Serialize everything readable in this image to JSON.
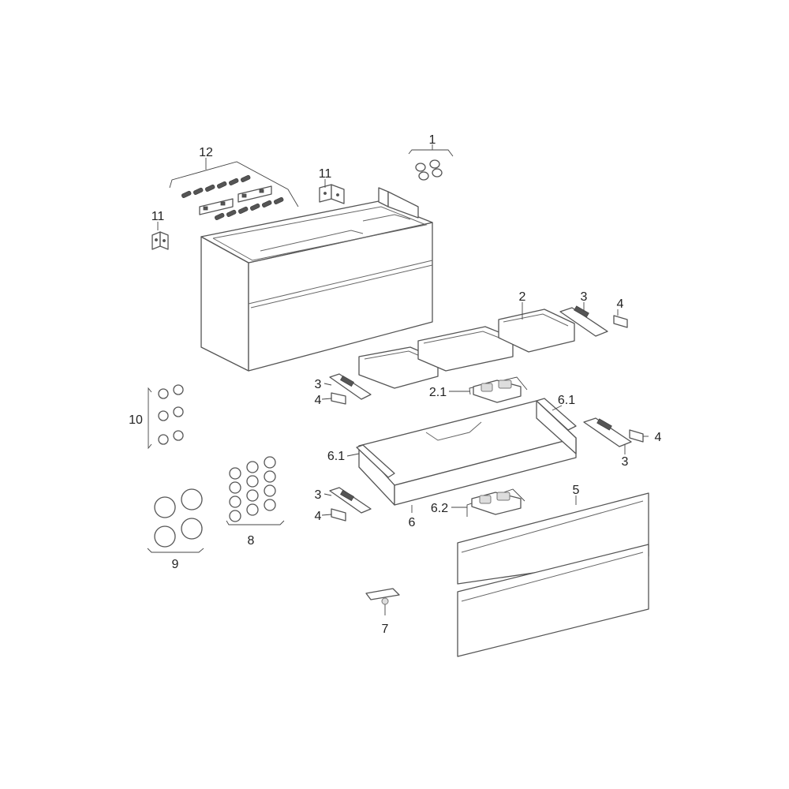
{
  "labels": {
    "p1": "1",
    "p2": "2",
    "p2_1": "2.1",
    "p3": "3",
    "p4": "4",
    "p5": "5",
    "p6": "6",
    "p6_1": "6.1",
    "p6_2": "6.2",
    "p7": "7",
    "p8": "8",
    "p9": "9",
    "p10": "10",
    "p11": "11",
    "p12": "12"
  },
  "colors": {
    "line": "#555555",
    "label": "#222222",
    "background": "#ffffff"
  }
}
